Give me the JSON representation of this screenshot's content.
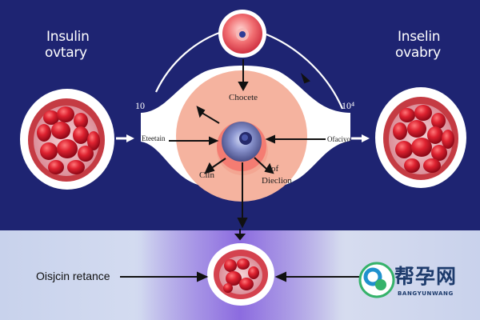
{
  "labels": {
    "left_title_line1": "Insulin",
    "left_title_line2": "ovtary",
    "right_title_line1": "Inselin",
    "right_title_line2": "ovabry",
    "left_number": "10",
    "right_number": "10⁴",
    "top_center": "Chocete",
    "left_center": "Eteetain",
    "right_center": "Ofaciyo",
    "lower_left_center": "Ciln",
    "lower_right_small": "of",
    "lower_right_center": "Dieclion",
    "bottom_left": "Oisjcin retance"
  },
  "watermark": {
    "chinese_text": "帮孕网",
    "english_text": "BANGYUNWANG"
  },
  "colors": {
    "top_background": "#1e2472",
    "bottom_background": "#c8d2ec",
    "center_disc": "#f6b4a0",
    "ovary_red": "#d81f2b",
    "arrow": "#111111",
    "watermark_green": "#35b26a"
  }
}
